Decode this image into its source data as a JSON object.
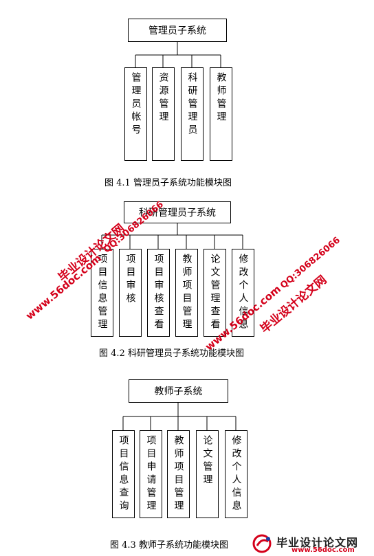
{
  "diagrams": [
    {
      "root": "管理员子系统",
      "children": [
        "管理员帐号",
        "资源管理",
        "科研管理员",
        "教师管理"
      ],
      "caption": "图 4.1  管理员子系统功能模块图"
    },
    {
      "root": "科研管理员子系统",
      "children": [
        "项目信息管理",
        "项目审核",
        "项目审核查看",
        "教师项目管理",
        "论文管理查看",
        "修改个人信息"
      ],
      "caption": "图 4.2  科研管理员子系统功能模块图"
    },
    {
      "root": "教师子系统",
      "children": [
        "项目信息查询",
        "项目申请管理",
        "教师项目管理",
        "论文管理",
        "修改个人信息"
      ],
      "caption": "图 4.3  教师子系统功能模块图"
    }
  ],
  "watermarks": {
    "site_name": "毕业设计论文网",
    "url": "www.56doc.com",
    "qq": "QQ:306826066"
  },
  "footer_logo": {
    "name": "毕业设计论文网",
    "url": "www.56doc.com"
  },
  "colors": {
    "watermark": "#d4001a",
    "line": "#000000"
  }
}
